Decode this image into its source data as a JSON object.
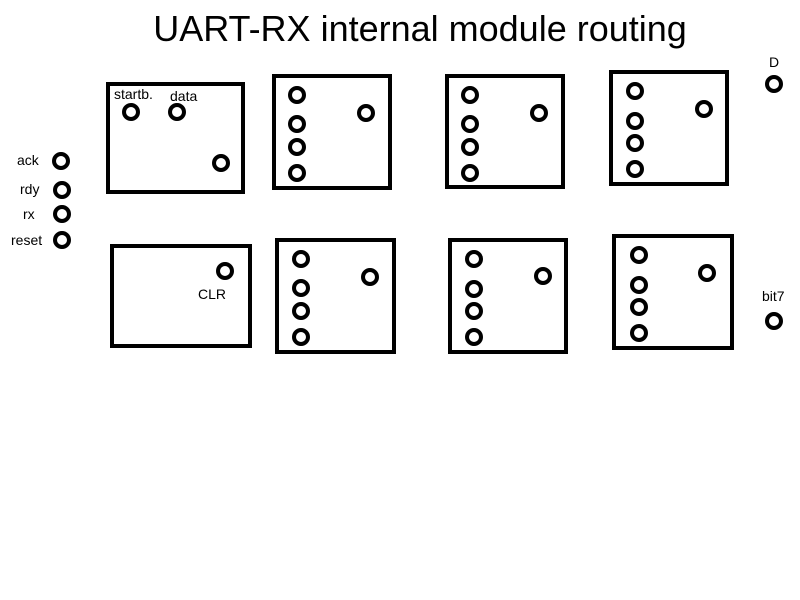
{
  "diagram": {
    "title": "UART-RX internal module routing",
    "left_ports": {
      "ack": "ack",
      "rdy": "rdy",
      "rx": "rx",
      "reset": "reset"
    },
    "right_ports": {
      "d": "D",
      "bit7": "bit7"
    },
    "module1": {
      "startb": "startb.",
      "data": "data"
    },
    "module5": {
      "clr": "CLR"
    }
  }
}
